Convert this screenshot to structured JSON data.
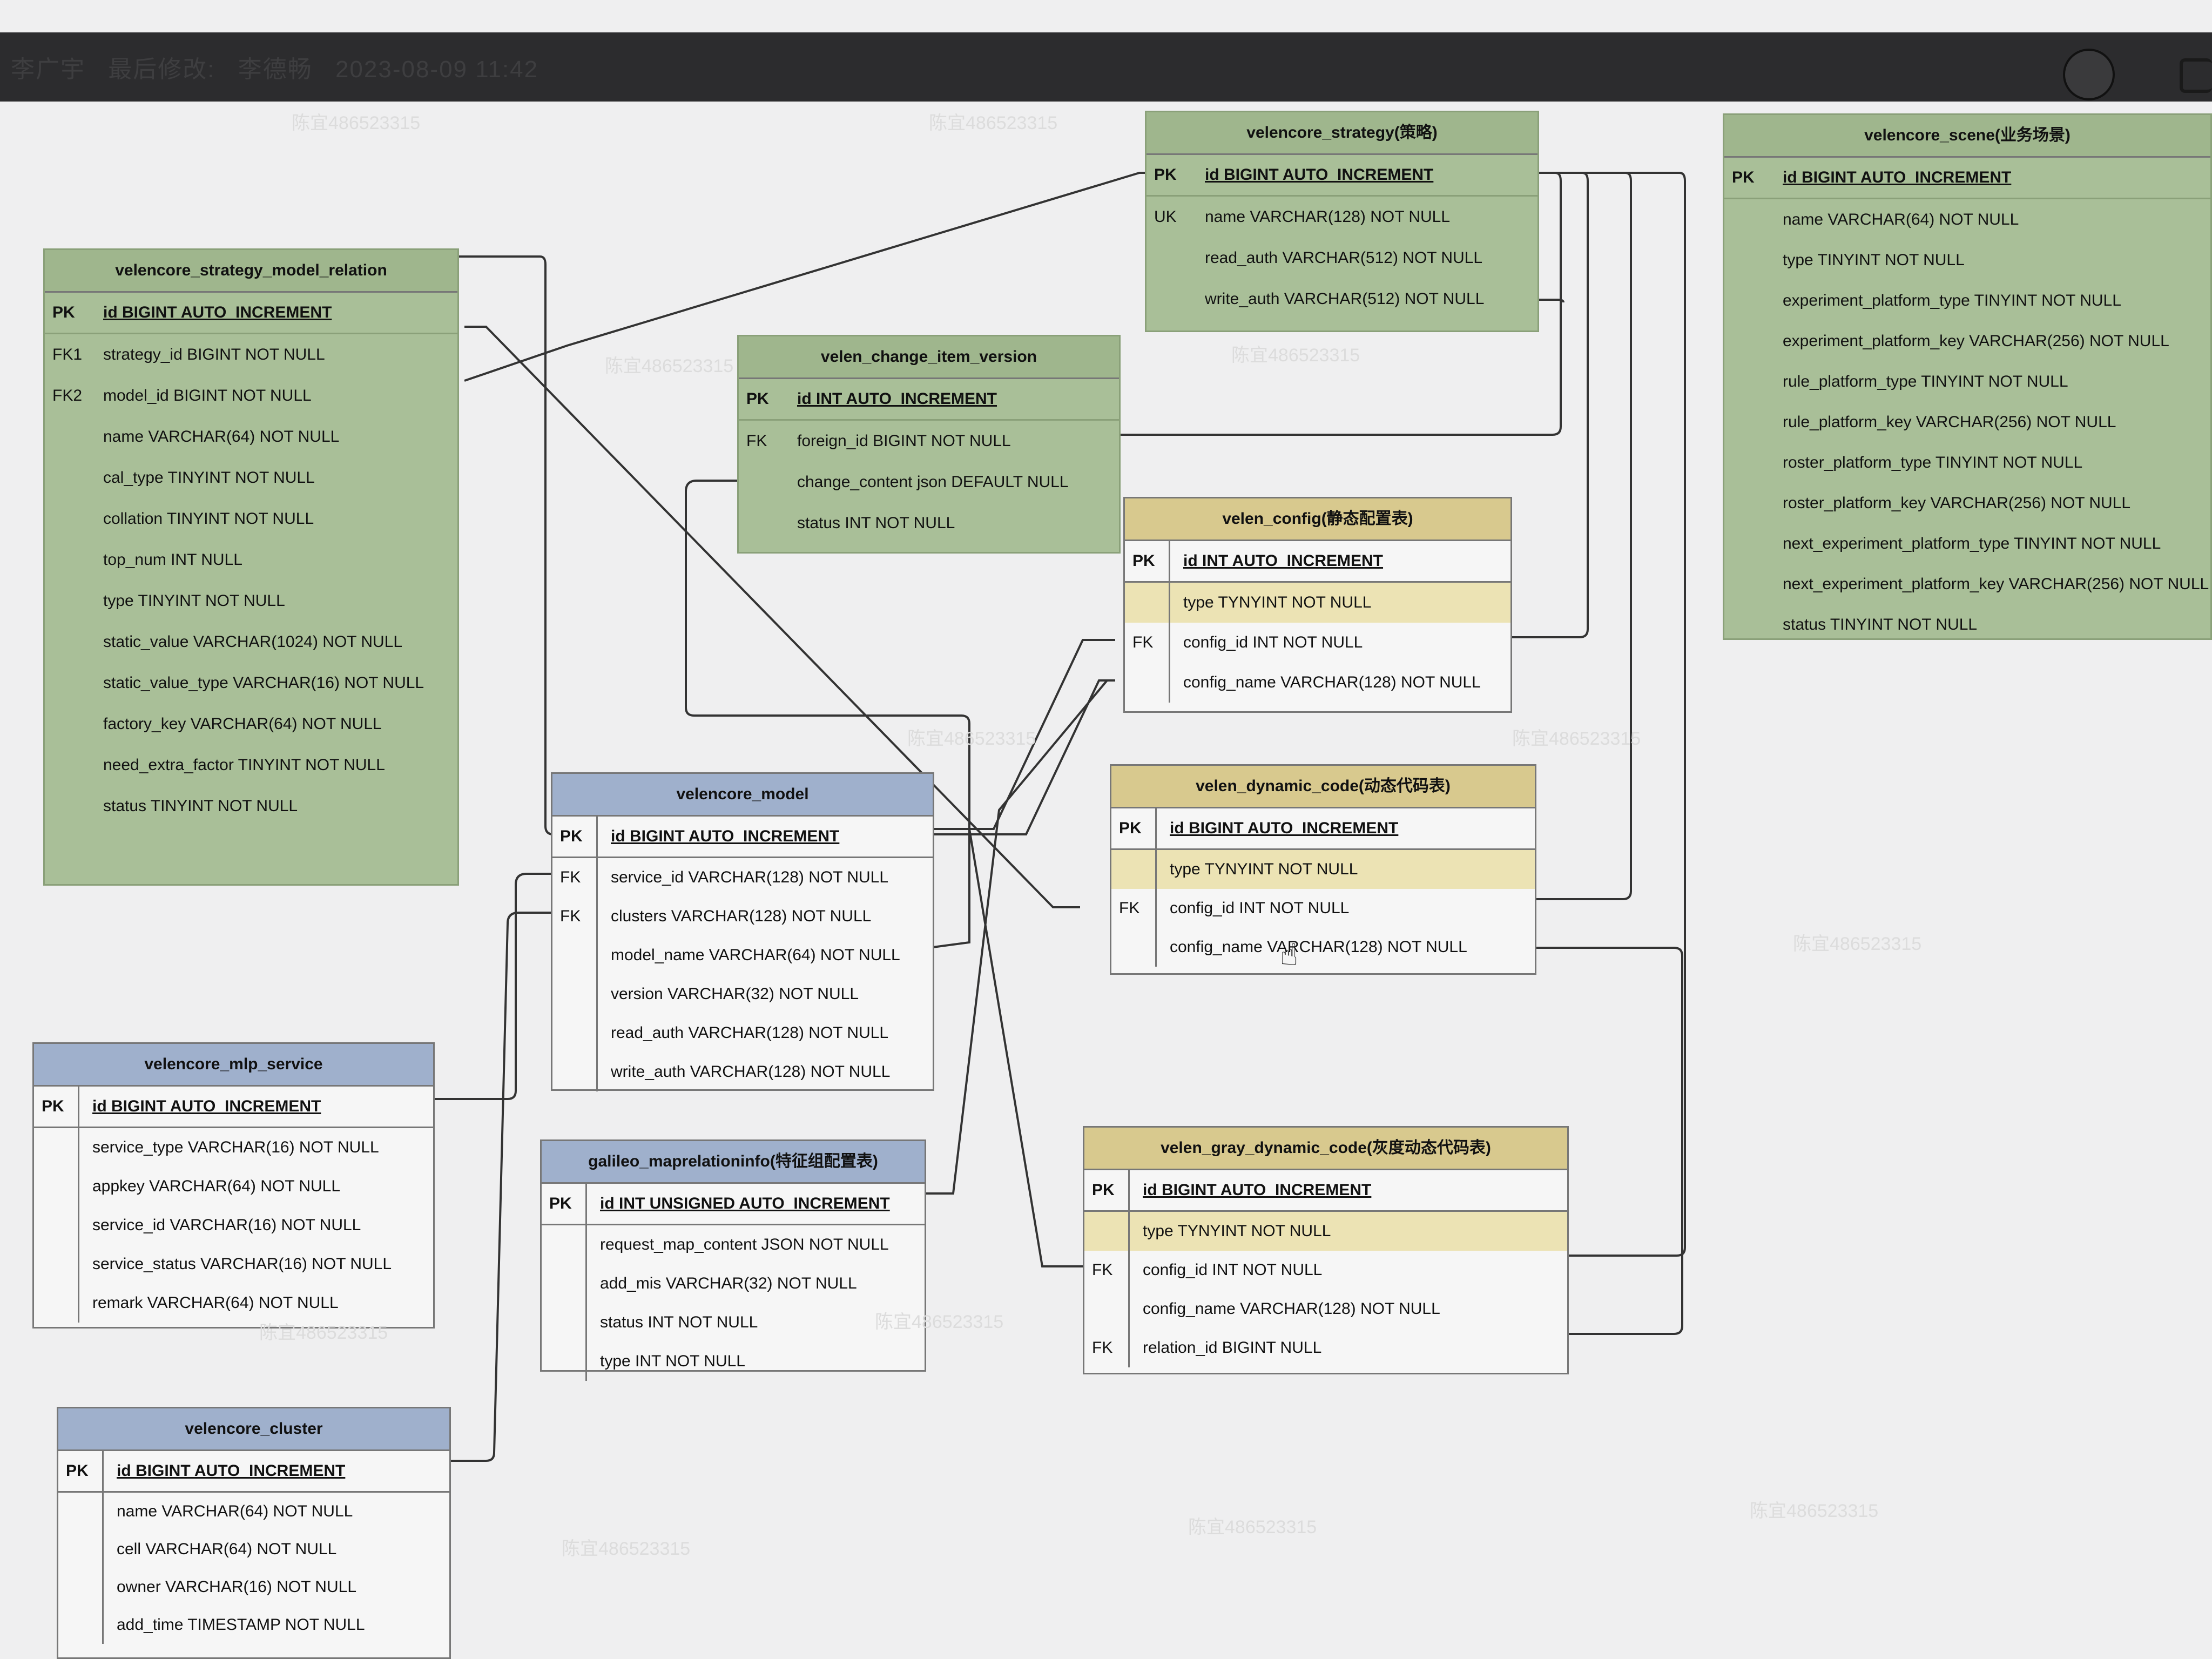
{
  "header": {
    "owner": "李广宇",
    "last_modified_label": "最后修改:",
    "last_modified_by": "李德畅",
    "last_modified_time": "2023-08-09 11:42"
  },
  "tables": {
    "strategy_model_relation": {
      "title": "velencore_strategy_model_relation",
      "pk_key": "PK",
      "pk_col": "id BIGINT AUTO_INCREMENT",
      "rows": [
        {
          "key": "FK1",
          "col": "strategy_id BIGINT NOT NULL"
        },
        {
          "key": "FK2",
          "col": "model_id BIGINT NOT NULL"
        },
        {
          "key": "",
          "col": "name VARCHAR(64) NOT NULL"
        },
        {
          "key": "",
          "col": "cal_type TINYINT NOT NULL"
        },
        {
          "key": "",
          "col": "collation TINYINT NOT NULL"
        },
        {
          "key": "",
          "col": "top_num INT NULL"
        },
        {
          "key": "",
          "col": "type TINYINT NOT NULL"
        },
        {
          "key": "",
          "col": "static_value VARCHAR(1024) NOT NULL"
        },
        {
          "key": "",
          "col": "static_value_type VARCHAR(16) NOT NULL"
        },
        {
          "key": "",
          "col": "factory_key VARCHAR(64) NOT NULL"
        },
        {
          "key": "",
          "col": "need_extra_factor TINYINT NOT NULL"
        },
        {
          "key": "",
          "col": "status TINYINT NOT NULL"
        }
      ]
    },
    "strategy": {
      "title": "velencore_strategy(策略)",
      "pk_key": "PK",
      "pk_col": "id BIGINT AUTO_INCREMENT",
      "rows": [
        {
          "key": "UK",
          "col": "name VARCHAR(128) NOT NULL"
        },
        {
          "key": "",
          "col": "read_auth VARCHAR(512) NOT NULL"
        },
        {
          "key": "",
          "col": "write_auth VARCHAR(512) NOT NULL"
        }
      ]
    },
    "scene": {
      "title": "velencore_scene(业务场景)",
      "pk_key": "PK",
      "pk_col": "id BIGINT AUTO_INCREMENT",
      "rows": [
        {
          "key": "",
          "col": "name VARCHAR(64) NOT NULL"
        },
        {
          "key": "",
          "col": "type TINYINT NOT NULL"
        },
        {
          "key": "",
          "col": "experiment_platform_type TINYINT NOT NULL"
        },
        {
          "key": "",
          "col": "experiment_platform_key VARCHAR(256) NOT NULL"
        },
        {
          "key": "",
          "col": "rule_platform_type TINYINT NOT NULL"
        },
        {
          "key": "",
          "col": "rule_platform_key VARCHAR(256) NOT NULL"
        },
        {
          "key": "",
          "col": "roster_platform_type TINYINT NOT NULL"
        },
        {
          "key": "",
          "col": "roster_platform_key VARCHAR(256) NOT NULL"
        },
        {
          "key": "",
          "col": "next_experiment_platform_type TINYINT NOT NULL"
        },
        {
          "key": "",
          "col": "next_experiment_platform_key VARCHAR(256) NOT NULL"
        },
        {
          "key": "",
          "col": "status TINYINT NOT NULL"
        }
      ]
    },
    "change_item_version": {
      "title": "velen_change_item_version",
      "pk_key": "PK",
      "pk_col": "id INT AUTO_INCREMENT",
      "rows": [
        {
          "key": "FK",
          "col": "foreign_id BIGINT NOT NULL"
        },
        {
          "key": "",
          "col": "change_content json DEFAULT NULL"
        },
        {
          "key": "",
          "col": "status INT  NOT NULL"
        }
      ]
    },
    "config": {
      "title": "velen_config(静态配置表)",
      "pk_key": "PK",
      "pk_col": "id INT AUTO_INCREMENT",
      "rows": [
        {
          "key": "",
          "col": "type TYNYINT NOT NULL",
          "hl": true
        },
        {
          "key": "FK",
          "col": "config_id INT NOT NULL"
        },
        {
          "key": "",
          "col": "config_name VARCHAR(128) NOT NULL"
        }
      ]
    },
    "model": {
      "title": "velencore_model",
      "pk_key": "PK",
      "pk_col": "id BIGINT AUTO_INCREMENT",
      "rows": [
        {
          "key": "FK",
          "col": "service_id VARCHAR(128) NOT NULL"
        },
        {
          "key": "FK",
          "col": "clusters VARCHAR(128) NOT NULL"
        },
        {
          "key": "",
          "col": "model_name VARCHAR(64) NOT NULL"
        },
        {
          "key": "",
          "col": "version VARCHAR(32) NOT NULL"
        },
        {
          "key": "",
          "col": "read_auth VARCHAR(128) NOT NULL"
        },
        {
          "key": "",
          "col": "write_auth VARCHAR(128) NOT NULL"
        }
      ]
    },
    "dynamic_code": {
      "title": "velen_dynamic_code(动态代码表)",
      "pk_key": "PK",
      "pk_col": "id BIGINT AUTO_INCREMENT",
      "rows": [
        {
          "key": "",
          "col": "type TYNYINT NOT NULL",
          "hl": true
        },
        {
          "key": "FK",
          "col": "config_id INT NOT NULL"
        },
        {
          "key": "",
          "col": "config_name VARCHAR(128) NOT NULL"
        }
      ]
    },
    "mlp_service": {
      "title": "velencore_mlp_service",
      "pk_key": "PK",
      "pk_col": "id BIGINT AUTO_INCREMENT",
      "rows": [
        {
          "key": "",
          "col": "service_type VARCHAR(16) NOT NULL"
        },
        {
          "key": "",
          "col": "appkey VARCHAR(64) NOT NULL"
        },
        {
          "key": "",
          "col": "service_id VARCHAR(16) NOT NULL"
        },
        {
          "key": "",
          "col": "service_status VARCHAR(16) NOT NULL"
        },
        {
          "key": "",
          "col": "remark VARCHAR(64) NOT NULL"
        }
      ]
    },
    "maprelationinfo": {
      "title": "galileo_maprelationinfo(特征组配置表)",
      "pk_key": "PK",
      "pk_col": "id INT  UNSIGNED AUTO_INCREMENT",
      "rows": [
        {
          "key": "",
          "col": "request_map_content JSON NOT NULL"
        },
        {
          "key": "",
          "col": "add_mis VARCHAR(32) NOT NULL"
        },
        {
          "key": "",
          "col": "status INT NOT NULL"
        },
        {
          "key": "",
          "col": "type INT NOT NULL"
        }
      ]
    },
    "gray_dynamic_code": {
      "title": "velen_gray_dynamic_code(灰度动态代码表)",
      "pk_key": "PK",
      "pk_col": "id BIGINT AUTO_INCREMENT",
      "rows": [
        {
          "key": "",
          "col": "type TYNYINT NOT NULL",
          "hl": true
        },
        {
          "key": "FK",
          "col": "config_id INT NOT NULL"
        },
        {
          "key": "",
          "col": "config_name VARCHAR(128) NOT NULL"
        },
        {
          "key": "FK",
          "col": "relation_id BIGINT NULL"
        }
      ]
    },
    "cluster": {
      "title": "velencore_cluster",
      "pk_key": "PK",
      "pk_col": "id BIGINT AUTO_INCREMENT",
      "rows": [
        {
          "key": "",
          "col": "name VARCHAR(64) NOT NULL"
        },
        {
          "key": "",
          "col": "cell VARCHAR(64) NOT NULL"
        },
        {
          "key": "",
          "col": "owner VARCHAR(16) NOT NULL"
        },
        {
          "key": "",
          "col": "add_time TIMESTAMP NOT NULL"
        }
      ]
    }
  },
  "watermark_text": "陈宜486523315"
}
